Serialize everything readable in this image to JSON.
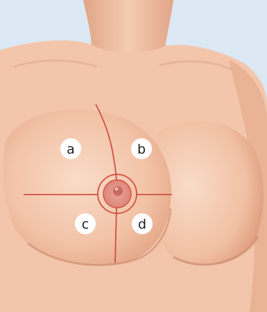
{
  "figure": {
    "quadrant_labels": {
      "a": "a",
      "b": "b",
      "c": "c",
      "d": "d"
    }
  },
  "colors": {
    "background": "#dce8f4",
    "skin": "#f3c6ac",
    "skin_shadow": "#d99a7c",
    "skin_highlight": "#f8d8c4",
    "quadrant_line": "#cf4f42",
    "areola": "#e6978a",
    "nipple": "#c96a62",
    "label_circle": "#ffffff",
    "label_text": "#1c1c1c"
  }
}
